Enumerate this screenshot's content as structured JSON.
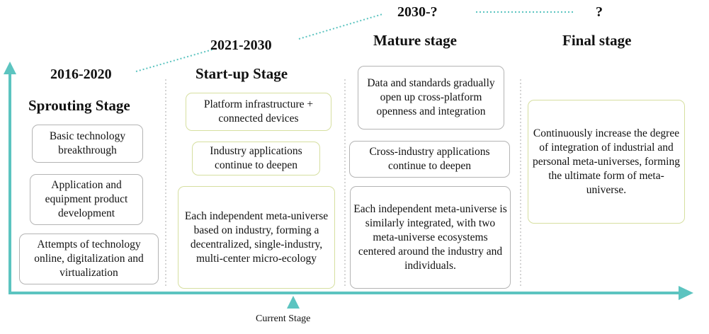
{
  "colors": {
    "axis": "#5cc4c0",
    "box_border_gray": "#b4b4b4",
    "box_border_green": "#d6dfa0",
    "divider": "#bdbdbd"
  },
  "stages": [
    {
      "period": "2016-2020",
      "title": "Sprouting Stage",
      "items": [
        "Basic technology breakthrough",
        "Application and equipment product development",
        "Attempts of technology online, digitalization and virtualization"
      ]
    },
    {
      "period": "2021-2030",
      "title": "Start-up Stage",
      "items": [
        "Platform infrastructure + connected devices",
        "Industry applications continue to deepen",
        "Each independent meta-universe based on industry, forming a decentralized, single-industry, multi-center micro-ecology"
      ]
    },
    {
      "period": "2030-?",
      "title": "Mature stage",
      "items": [
        "Data and standards gradually open up cross-platform openness and integration",
        "Cross-industry applications continue to deepen",
        "Each independent meta-universe is similarly integrated, with two meta-universe ecosystems centered around the industry and individuals."
      ]
    },
    {
      "period": "?",
      "title": "Final stage",
      "items": [
        "Continuously increase the degree of integration of industrial and personal meta-universes, forming the ultimate form of meta-universe."
      ]
    }
  ],
  "current_stage_label": "Current Stage"
}
